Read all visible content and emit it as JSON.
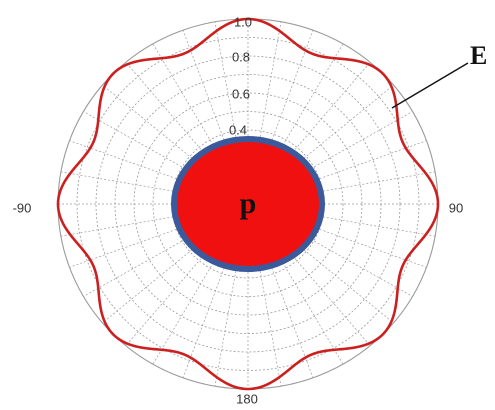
{
  "chart_data": {
    "type": "polar",
    "radial_ticks": [
      "0.4",
      "0.6",
      "0.8",
      "1.0"
    ],
    "angle_labels": {
      "left": "-90",
      "right": "90",
      "bottom": "180"
    },
    "lobes": 8,
    "curve_min": 0.88,
    "curve_max": 1.0,
    "curve_color": "#cc1f1f",
    "grid": true,
    "grid_color": "#9a9a9a"
  },
  "core": {
    "label": "p",
    "fill_color": "#f01010",
    "ring_color": "#3a5a9c"
  },
  "curve_label": {
    "text": "E"
  }
}
